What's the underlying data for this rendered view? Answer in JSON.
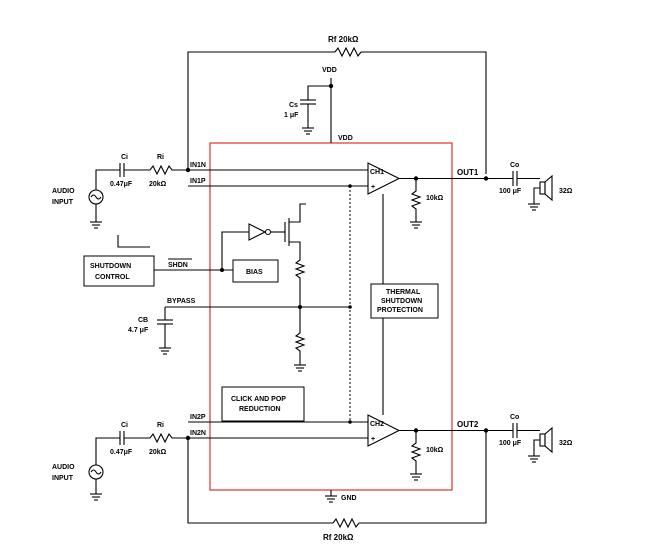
{
  "labels": {
    "rf_top": "Rf 20kΩ",
    "rf_bottom": "Rf 20kΩ",
    "vdd_top": "VDD",
    "cs": "Cs",
    "cs_value": "1 μF",
    "vdd": "VDD",
    "in1n": "IN1N",
    "in1p": "IN1P",
    "in2p": "IN2P",
    "in2n": "IN2N",
    "ci_top": "Ci",
    "ri_top": "Ri",
    "ci_value_top": "0.47μF",
    "ri_value_top": "20kΩ",
    "ci_bottom": "Ci",
    "ri_bottom": "Ri",
    "ci_value_bottom": "0.47μF",
    "ri_value_bottom": "20kΩ",
    "audio_input_top": [
      "AUDIO",
      "INPUT"
    ],
    "audio_input_bottom": [
      "AUDIO",
      "INPUT"
    ],
    "shutdown_control": [
      "SHUTDOWN",
      "CONTROL"
    ],
    "shdn": "SHDN",
    "bias": "BIAS",
    "bypass": "BYPASS",
    "cb": "CB",
    "cb_value": "4.7 μF",
    "ch1": "CH1",
    "ch2": "CH2",
    "thermal": [
      "THERMAL",
      "SHUTDOWN",
      "PROTECTION"
    ],
    "click_pop": [
      "CLICK AND POP",
      "REDUCTION"
    ],
    "out1": "OUT1",
    "out2": "OUT2",
    "co_top": "Co",
    "co_value_top": "100 μF",
    "co_bottom": "Co",
    "co_value_bottom": "100 μF",
    "load_top": "10kΩ",
    "load_bottom": "10kΩ",
    "speaker_top": "32Ω",
    "speaker_bottom": "32Ω",
    "gnd": "GND"
  },
  "colors": {
    "ic_border": "#e03030",
    "wire": "#000000"
  }
}
